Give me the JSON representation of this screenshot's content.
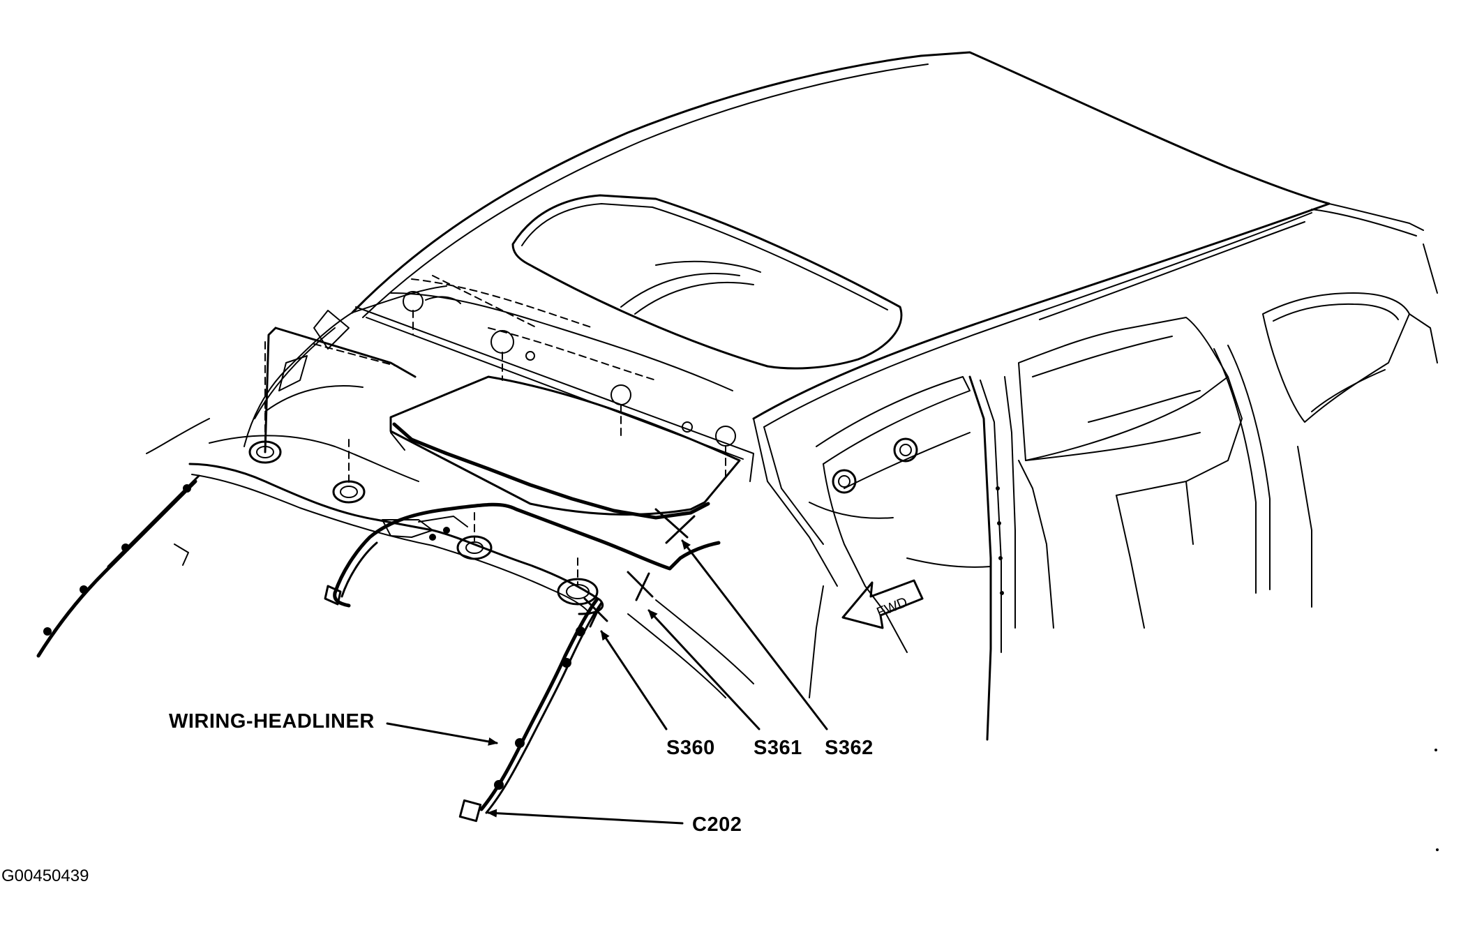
{
  "labels": {
    "wiring_headliner": "WIRING-HEADLINER",
    "s360": "S360",
    "s361": "S361",
    "s362": "S362",
    "c202": "C202",
    "fwd": "FWD"
  },
  "figure_id": "G00450439"
}
